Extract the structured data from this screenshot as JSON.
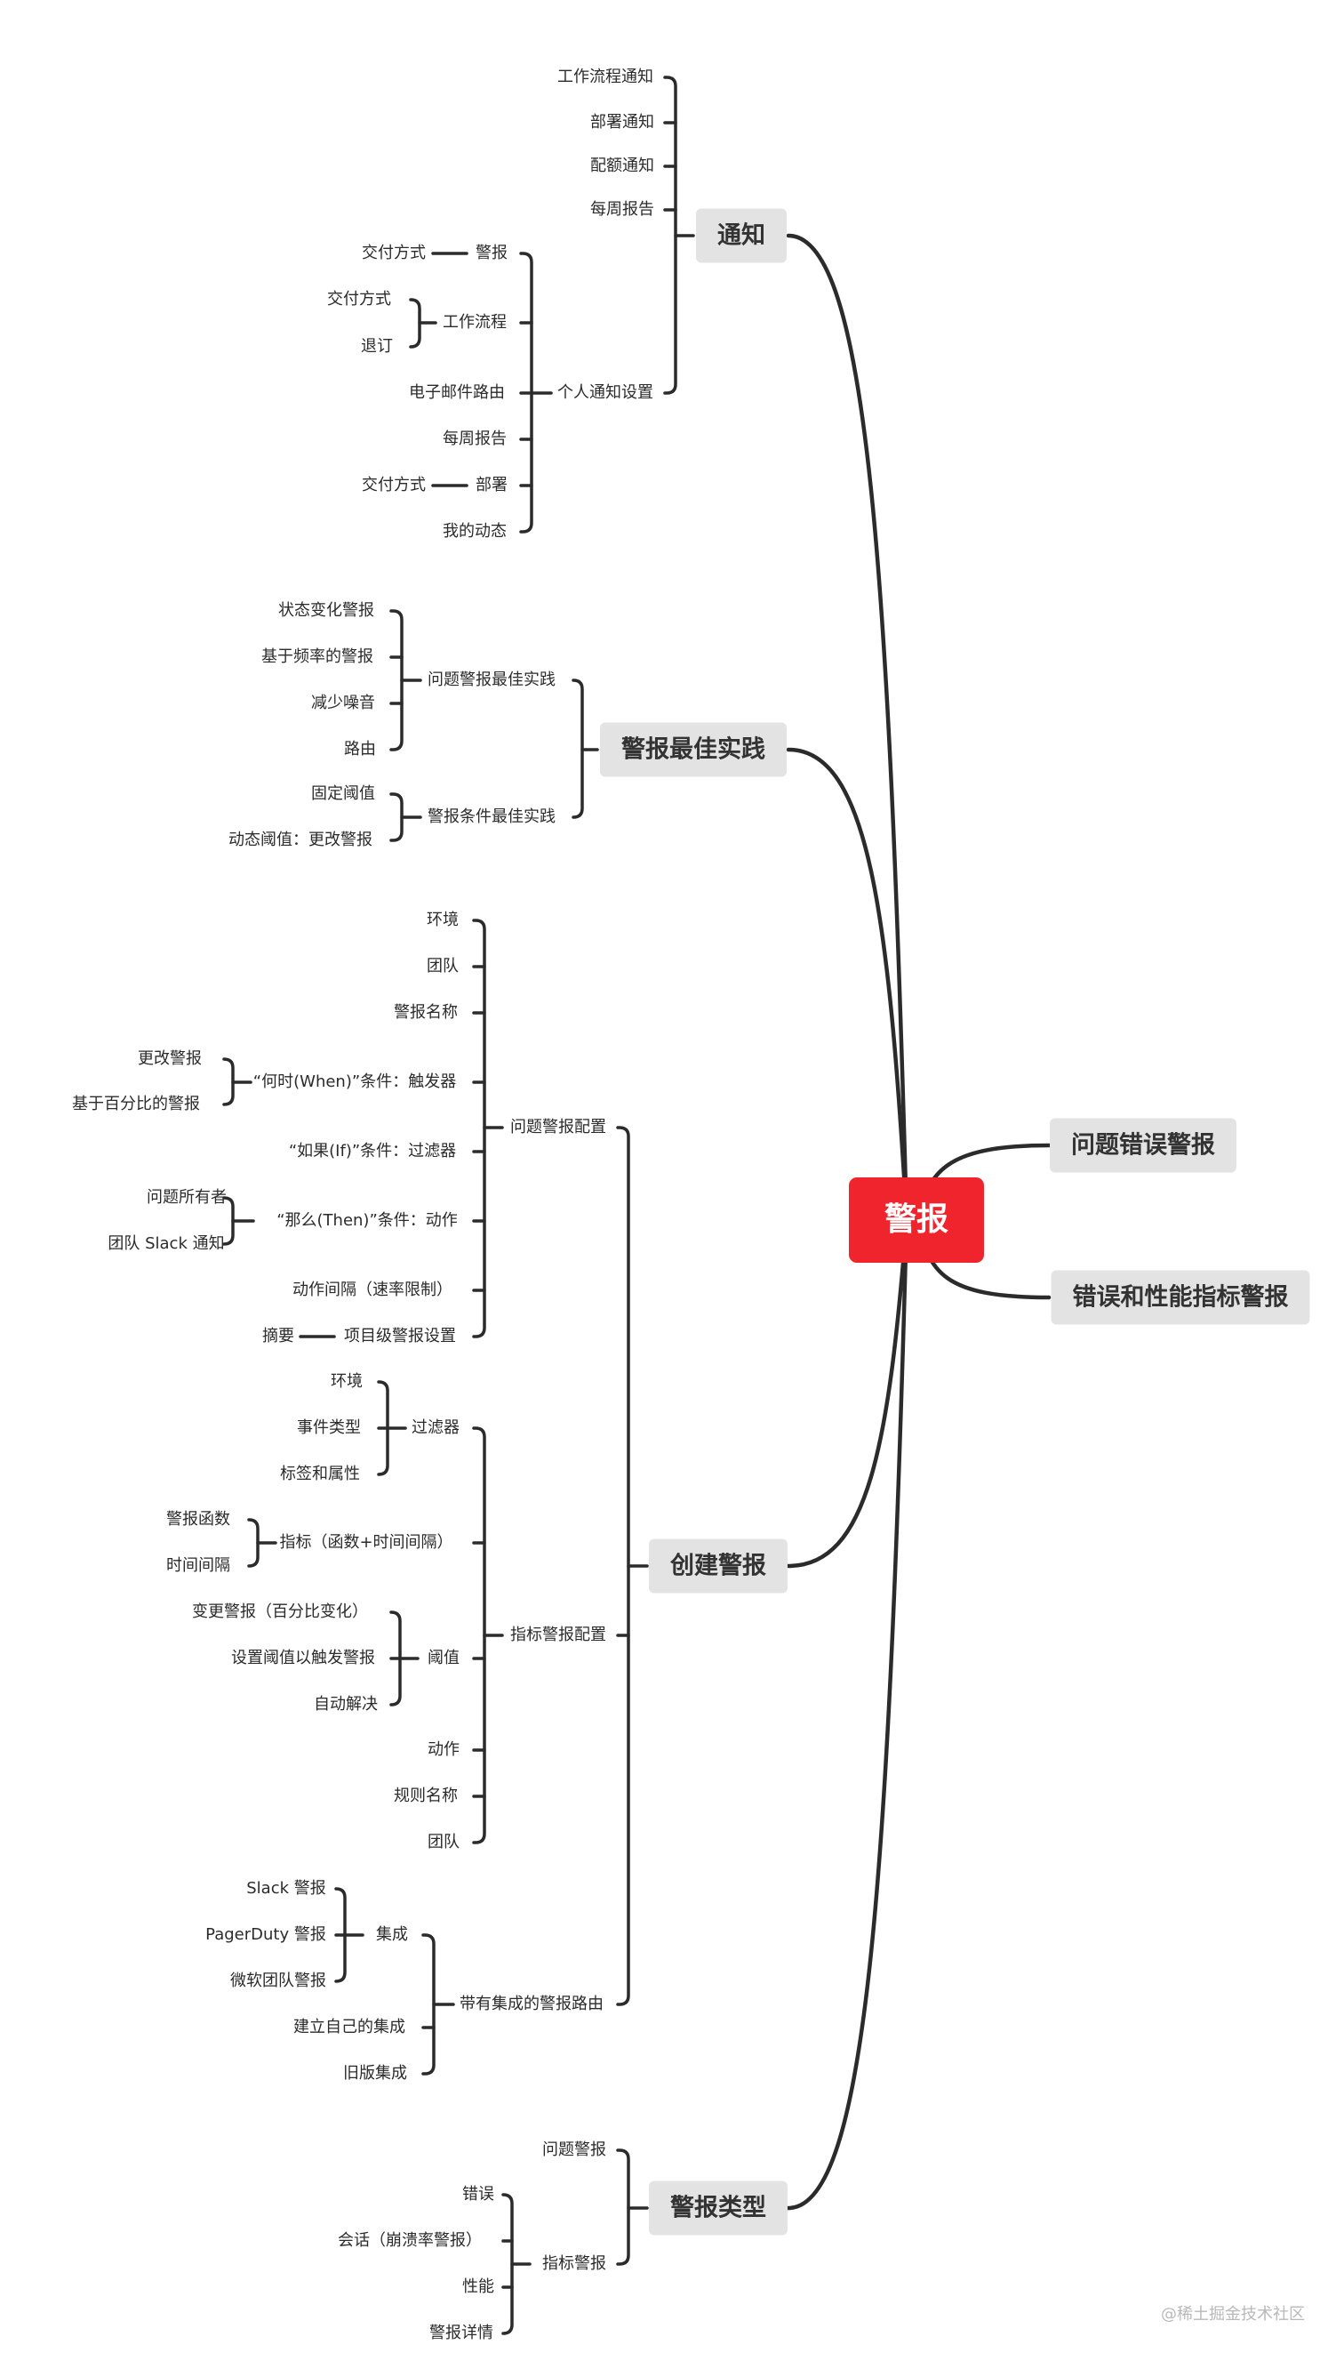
{
  "root": "警报",
  "watermark": "@稀土掘金技术社区",
  "branches": {
    "notify": {
      "label": "通知",
      "workflow_notify": "工作流程通知",
      "deploy_notify": "部署通知",
      "quota_notify": "配额通知",
      "weekly_report": "每周报告",
      "personal": {
        "label": "个人通知设置",
        "alerts": "警报",
        "alerts_delivery": "交付方式",
        "workflow": "工作流程",
        "workflow_delivery": "交付方式",
        "workflow_unsub": "退订",
        "email_routing": "电子邮件路由",
        "weekly": "每周报告",
        "deploy": "部署",
        "deploy_delivery": "交付方式",
        "my_activity": "我的动态"
      }
    },
    "best": {
      "label": "警报最佳实践",
      "issue": {
        "label": "问题警报最佳实践",
        "state_change": "状态变化警报",
        "frequency": "基于频率的警报",
        "noise": "减少噪音",
        "routing": "路由"
      },
      "metric": {
        "label": "警报条件最佳实践",
        "fixed": "固定阈值",
        "dynamic": "动态阈值：更改警报"
      }
    },
    "create": {
      "label": "创建警报",
      "issue_cfg": {
        "label": "问题警报配置",
        "env": "环境",
        "team": "团队",
        "name": "警报名称",
        "when": "“何时(When)”条件：触发器",
        "when_change": "更改警报",
        "when_percent": "基于百分比的警报",
        "if": "“如果(If)”条件：过滤器",
        "then": "“那么(Then)”条件：动作",
        "then_owner": "问题所有者",
        "then_slack": "团队 Slack 通知",
        "interval": "动作间隔（速率限制）",
        "project": "项目级警报设置",
        "digest": "摘要"
      },
      "metric_cfg": {
        "label": "指标警报配置",
        "filter": "过滤器",
        "filter_env": "环境",
        "filter_event": "事件类型",
        "filter_tags": "标签和属性",
        "metric": "指标（函数+时间间隔）",
        "metric_func": "警报函数",
        "metric_interval": "时间间隔",
        "threshold": "阈值",
        "th_change": "变更警报（百分比变化）",
        "th_set": "设置阈值以触发警报",
        "th_auto": "自动解决",
        "action": "动作",
        "rule": "规则名称",
        "team": "团队"
      },
      "routing": {
        "label": "带有集成的警报路由",
        "integration": "集成",
        "slack": "Slack 警报",
        "pagerduty": "PagerDuty 警报",
        "msteams": "微软团队警报",
        "own": "建立自己的集成",
        "legacy": "旧版集成"
      }
    },
    "types": {
      "label": "警报类型",
      "issue": "问题警报",
      "metric": {
        "label": "指标警报",
        "error": "错误",
        "session": "会话（崩溃率警报）",
        "perf": "性能",
        "details": "警报详情"
      }
    },
    "issue_error": {
      "label": "问题错误警报"
    },
    "error_perf": {
      "label": "错误和性能指标警报"
    }
  },
  "colors": {
    "root_bg": "#f0242d",
    "topic_bg": "#e3e3e3",
    "line": "#2b2b2b",
    "text": "#2b2b2b"
  }
}
